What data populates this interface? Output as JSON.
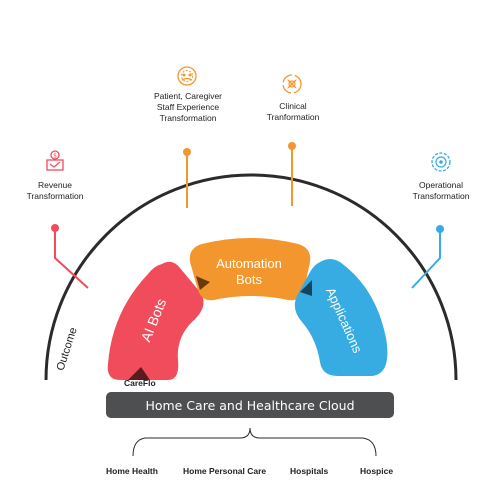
{
  "outcomes": {
    "revenue": {
      "label": "Revenue Transformation",
      "icon": "revenue-icon"
    },
    "patient": {
      "label": "Patient, Caregiver Staff Experience Transformation",
      "icon": "people-gear-icon"
    },
    "clinical": {
      "label": "Clinical Tranformation",
      "icon": "clinical-icon"
    },
    "operational": {
      "label": "Operational Transformation",
      "icon": "operations-gear-icon"
    }
  },
  "arc_label": "Outcome",
  "blocks": {
    "ai_bots": {
      "label": "AI Bots",
      "color": "#f14c5c"
    },
    "automation_bots": {
      "label_line1": "Automation",
      "label_line2": "Bots",
      "color": "#f3962d"
    },
    "applications": {
      "label": "Applications",
      "color": "#36ace3"
    }
  },
  "careflo": "CareFlo",
  "cloud": {
    "label": "Home Care and Healthcare Cloud",
    "color": "#4d4f51"
  },
  "segments": [
    "Home Health",
    "Home Personal Care",
    "Hospitals",
    "Hospice"
  ],
  "colors": {
    "red": "#f14c5c",
    "orange": "#f3962d",
    "blue": "#36ace3",
    "dark": "#2b2b2b"
  }
}
